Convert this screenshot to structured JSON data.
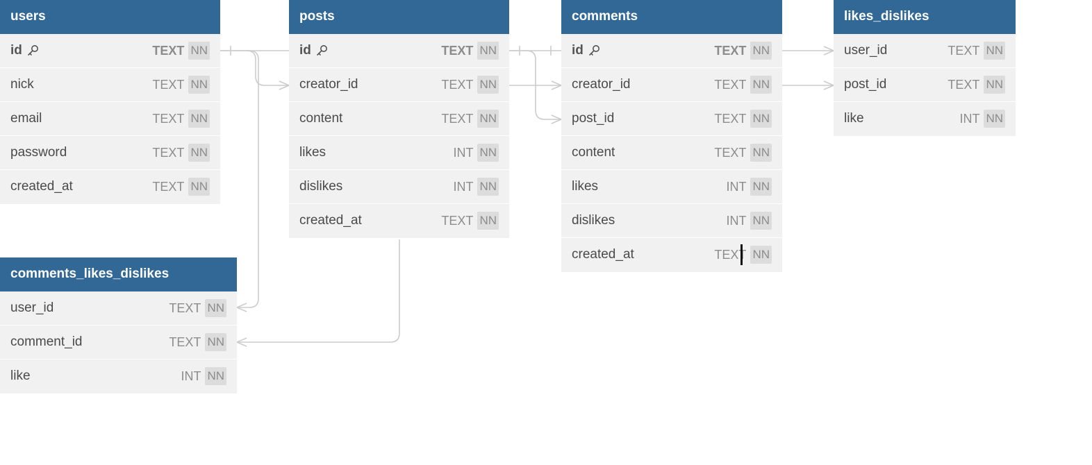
{
  "tables": {
    "users": {
      "name": "users",
      "columns": [
        {
          "name": "id",
          "type": "TEXT",
          "nn": "NN",
          "pk": true
        },
        {
          "name": "nick",
          "type": "TEXT",
          "nn": "NN"
        },
        {
          "name": "email",
          "type": "TEXT",
          "nn": "NN"
        },
        {
          "name": "password",
          "type": "TEXT",
          "nn": "NN"
        },
        {
          "name": "created_at",
          "type": "TEXT",
          "nn": "NN"
        }
      ]
    },
    "posts": {
      "name": "posts",
      "columns": [
        {
          "name": "id",
          "type": "TEXT",
          "nn": "NN",
          "pk": true
        },
        {
          "name": "creator_id",
          "type": "TEXT",
          "nn": "NN"
        },
        {
          "name": "content",
          "type": "TEXT",
          "nn": "NN"
        },
        {
          "name": "likes",
          "type": "INT",
          "nn": "NN"
        },
        {
          "name": "dislikes",
          "type": "INT",
          "nn": "NN"
        },
        {
          "name": "created_at",
          "type": "TEXT",
          "nn": "NN"
        }
      ]
    },
    "comments": {
      "name": "comments",
      "columns": [
        {
          "name": "id",
          "type": "TEXT",
          "nn": "NN",
          "pk": true
        },
        {
          "name": "creator_id",
          "type": "TEXT",
          "nn": "NN"
        },
        {
          "name": "post_id",
          "type": "TEXT",
          "nn": "NN"
        },
        {
          "name": "content",
          "type": "TEXT",
          "nn": "NN"
        },
        {
          "name": "likes",
          "type": "INT",
          "nn": "NN"
        },
        {
          "name": "dislikes",
          "type": "INT",
          "nn": "NN"
        },
        {
          "name": "created_at",
          "type": "TEXT",
          "nn": "NN"
        }
      ]
    },
    "likes_dislikes": {
      "name": "likes_dislikes",
      "columns": [
        {
          "name": "user_id",
          "type": "TEXT",
          "nn": "NN"
        },
        {
          "name": "post_id",
          "type": "TEXT",
          "nn": "NN"
        },
        {
          "name": "like",
          "type": "INT",
          "nn": "NN"
        }
      ]
    },
    "comments_likes_dislikes": {
      "name": "comments_likes_dislikes",
      "columns": [
        {
          "name": "user_id",
          "type": "TEXT",
          "nn": "NN"
        },
        {
          "name": "comment_id",
          "type": "TEXT",
          "nn": "NN"
        },
        {
          "name": "like",
          "type": "INT",
          "nn": "NN"
        }
      ]
    }
  },
  "relations": [
    {
      "from": "users.id",
      "to": "posts.creator_id",
      "cardinality": "one-to-many"
    },
    {
      "from": "users.id",
      "to": "comments_likes_dislikes.user_id",
      "cardinality": "one-to-many"
    },
    {
      "from": "posts.id",
      "to": "comments.post_id",
      "cardinality": "one-to-many"
    },
    {
      "from": "comments.id",
      "to": "comments_likes_dislikes.comment_id",
      "cardinality": "one-to-many"
    },
    {
      "from": "users.id",
      "to": "comments.creator_id",
      "cardinality": "one-to-many"
    },
    {
      "from": "users.id",
      "to": "likes_dislikes.user_id",
      "cardinality": "one-to-many"
    },
    {
      "from": "posts.id",
      "to": "likes_dislikes.post_id",
      "cardinality": "one-to-many"
    }
  ],
  "colors": {
    "header": "#316896",
    "row": "#f1f1f1",
    "line": "#cccccc"
  },
  "icons": {
    "primary_key": "key-icon"
  }
}
